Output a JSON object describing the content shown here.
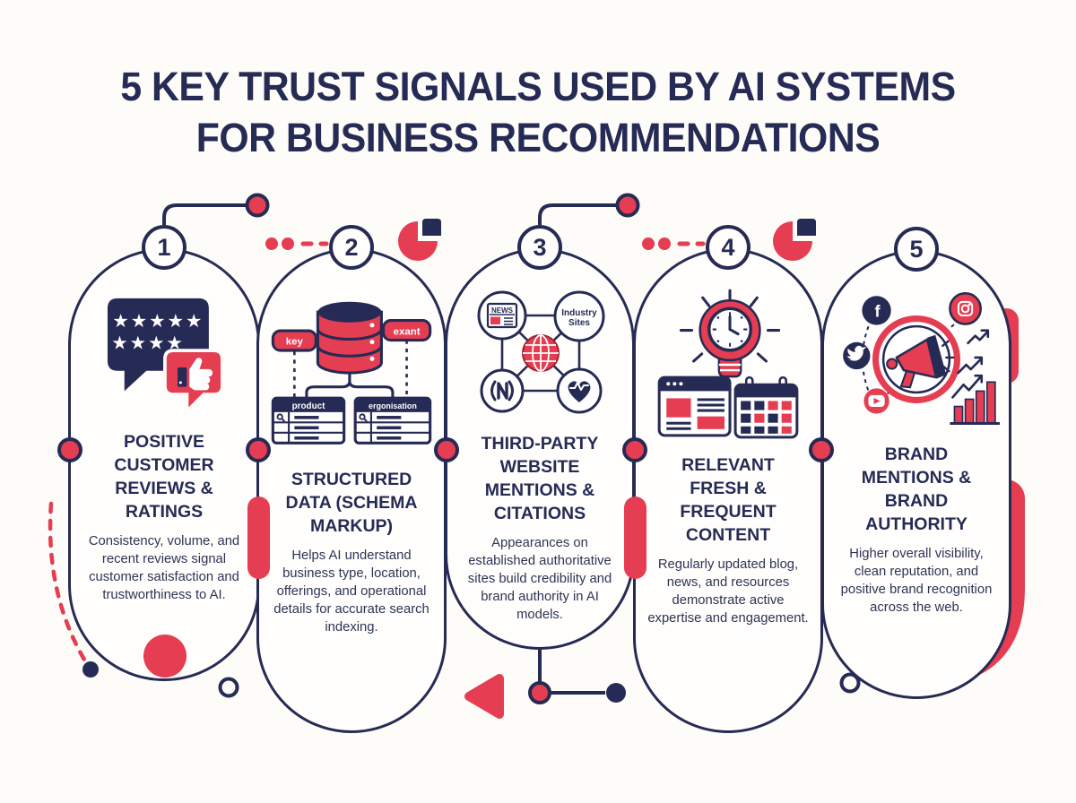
{
  "title": {
    "line1": "5 KEY TRUST SIGNALS USED BY AI SYSTEMS",
    "line2": "FOR BUSINESS RECOMMENDATIONS"
  },
  "colors": {
    "navy": "#262b55",
    "red": "#e53d51",
    "background": "#fdfcf8"
  },
  "cards": [
    {
      "number": "1",
      "title": "POSITIVE CUSTOMER REVIEWS & RATINGS",
      "description": "Consistency, volume, and recent reviews signal customer satisfaction and trustworthiness to AI.",
      "icon": "review-bubbles-icon",
      "icon_labels": {
        "stars_row1": "★★★★★",
        "stars_row2": "★★★★"
      }
    },
    {
      "number": "2",
      "title": "STRUCTURED DATA (SCHEMA MARKUP)",
      "description": "Helps AI understand business type, location, offerings, and operational details for accurate search indexing.",
      "icon": "database-schema-icon",
      "icon_labels": {
        "left_tag": "key",
        "right_tag": "exant",
        "table1": "product",
        "table2": "ergonisation"
      }
    },
    {
      "number": "3",
      "title": "THIRD-PARTY WEBSITE MENTIONS & CITATIONS",
      "description": "Appearances on established authoritative sites build credibility and brand authority in AI models.",
      "icon": "citation-network-icon",
      "icon_labels": {
        "news": "NEWS",
        "industry_line1": "Industry",
        "industry_line2": "Sites"
      }
    },
    {
      "number": "4",
      "title": "RELEVANT FRESH & FREQUENT CONTENT",
      "description": "Regularly updated blog, news, and resources demonstrate active expertise and engagement.",
      "icon": "fresh-content-icon"
    },
    {
      "number": "5",
      "title": "BRAND MENTIONS & BRAND AUTHORITY",
      "description": "Higher overall visibility, clean reputation, and positive brand recognition across the web.",
      "icon": "brand-megaphone-icon",
      "icon_labels": {
        "facebook": "f"
      }
    }
  ]
}
